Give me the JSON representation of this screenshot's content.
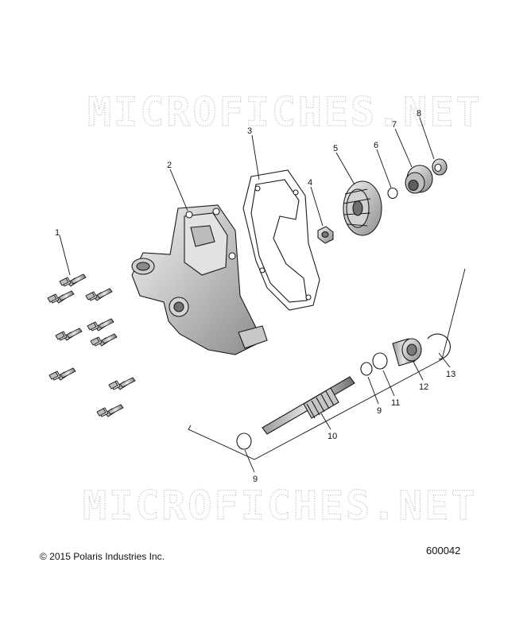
{
  "watermark": "MICROFICHES.NET",
  "copyright": "© 2015 Polaris Industries Inc.",
  "drawing_number": "600042",
  "callouts": [
    "1",
    "2",
    "3",
    "4",
    "5",
    "6",
    "7",
    "8",
    "9",
    "9",
    "10",
    "11",
    "12",
    "13"
  ]
}
